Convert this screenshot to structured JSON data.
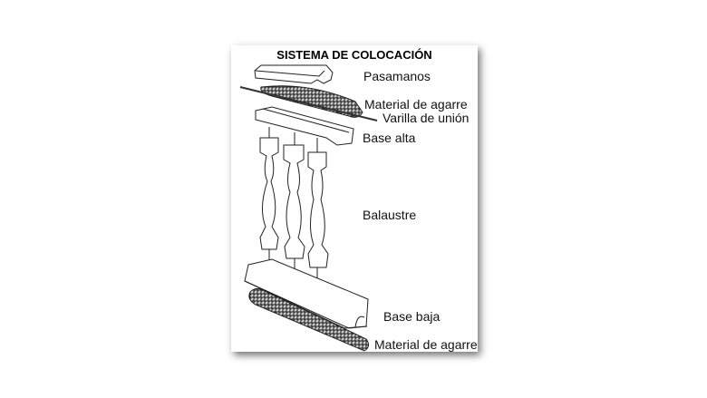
{
  "title": "SISTEMA DE COLOCACIÓN",
  "labels": {
    "pasamanos": "Pasamanos",
    "material_top": "Material de agarre",
    "varilla": "Varilla de unión",
    "base_alta": "Base alta",
    "balaustre": "Balaustre",
    "base_baja": "Base baja",
    "material_bottom": "Material de agarre"
  }
}
